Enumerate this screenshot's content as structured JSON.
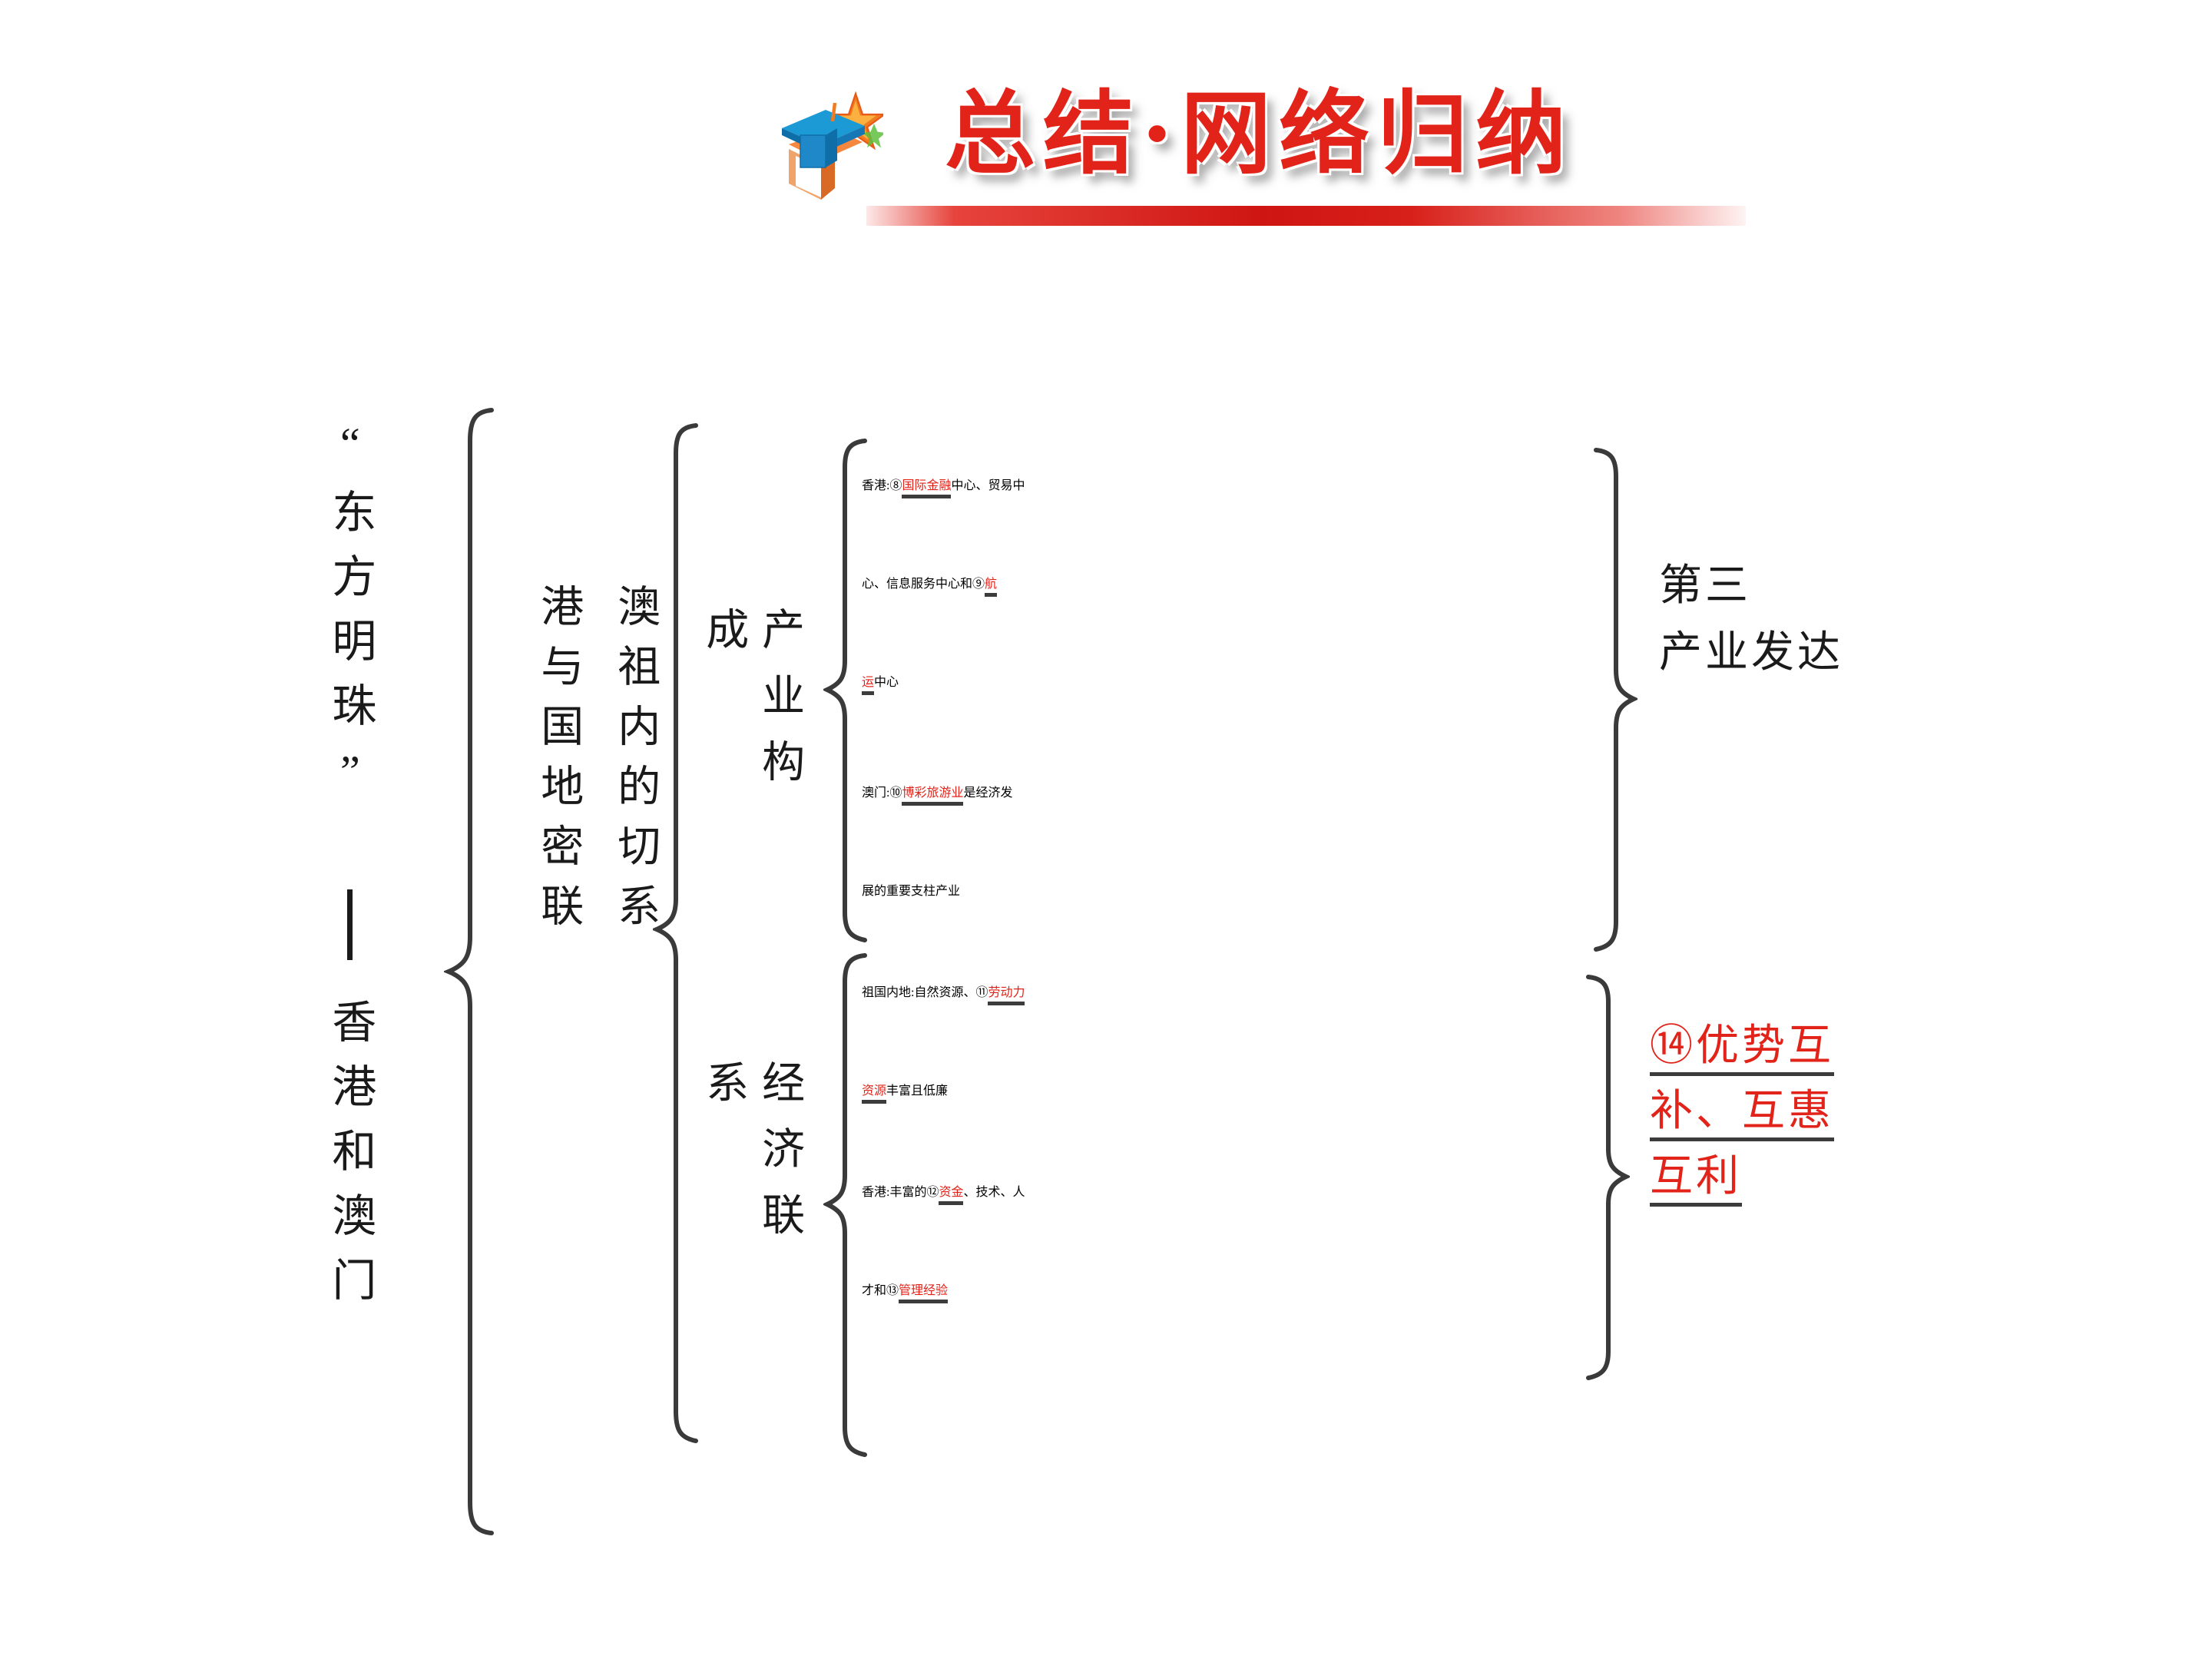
{
  "header": {
    "title": "总结·网络归纳",
    "icon": "graduation-cap-icon",
    "accent_color": "#e2231a",
    "rule_color": "#cf1512"
  },
  "diagram": {
    "root_label": "“东方明珠”——香港和澳门",
    "root_label_part1": "“东方明珠”",
    "root_label_part2": "香港和澳门",
    "branch_label": "港澳与祖国内地的密切联系",
    "branch_label_col_a": "港与国地密联",
    "branch_label_col_b": "澳祖内的切系",
    "categories": [
      {
        "label": "产业构成"
      },
      {
        "label": "经济联系"
      }
    ],
    "blocks": [
      {
        "name": "hong-kong-industry",
        "lines": [
          [
            {
              "t": "香港:⑧",
              "style": "plain"
            },
            {
              "t": "国际金融",
              "style": "red-underline"
            },
            {
              "t": "中心、贸易中",
              "style": "plain"
            }
          ],
          [
            {
              "t": "心、信息服务中心和⑨",
              "style": "plain"
            },
            {
              "t": "航",
              "style": "red-underline"
            }
          ],
          [
            {
              "t": "运",
              "style": "red-underline"
            },
            {
              "t": "中心",
              "style": "plain"
            }
          ]
        ]
      },
      {
        "name": "macau-industry",
        "lines": [
          [
            {
              "t": "澳门:⑩",
              "style": "plain"
            },
            {
              "t": "博彩旅游业",
              "style": "red-underline"
            },
            {
              "t": "是经济发",
              "style": "plain"
            }
          ],
          [
            {
              "t": "展的重要支柱产业",
              "style": "plain"
            }
          ]
        ]
      },
      {
        "name": "mainland-economy",
        "lines": [
          [
            {
              "t": "祖国内地:自然资源、⑪",
              "style": "plain"
            },
            {
              "t": "劳动力",
              "style": "red-underline"
            }
          ],
          [
            {
              "t": "资源",
              "style": "red-underline"
            },
            {
              "t": "丰富且低廉",
              "style": "plain"
            }
          ]
        ]
      },
      {
        "name": "hong-kong-economy",
        "lines": [
          [
            {
              "t": "香港:丰富的⑫",
              "style": "plain"
            },
            {
              "t": "资金",
              "style": "red-underline"
            },
            {
              "t": "、技术、人",
              "style": "plain"
            }
          ],
          [
            {
              "t": "才和⑬",
              "style": "plain"
            },
            {
              "t": "管理经验",
              "style": "red-underline"
            }
          ]
        ]
      }
    ],
    "conclusions": [
      {
        "name": "tertiary-industry",
        "text": "第三\n产业发达",
        "color": "#1a1a1a"
      },
      {
        "name": "mutual-benefit",
        "marker": "⑭",
        "lines": [
          "⑭优势互",
          "补、互惠",
          "互利"
        ],
        "color": "#e2231a"
      }
    ]
  }
}
